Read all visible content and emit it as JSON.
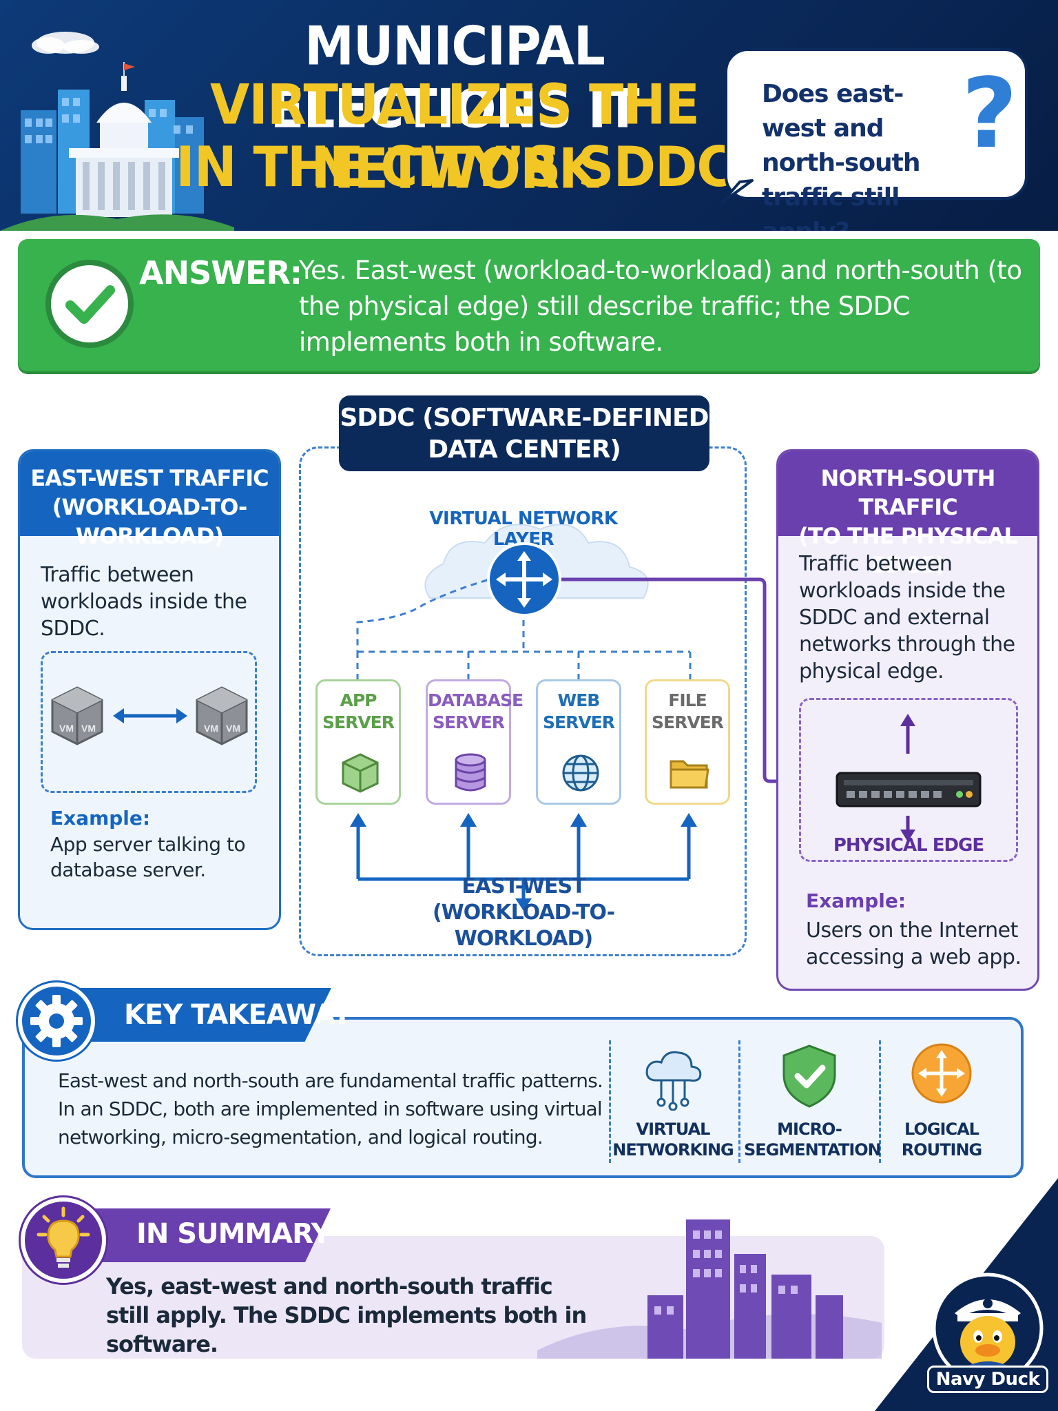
{
  "header": {
    "title_line1": "MUNICIPAL ELECTIONS IT",
    "title_line2": "VIRTUALIZES THE NETWORK",
    "title_line3": "IN THE CITY’S SDDC",
    "question": "Does east-west and north-south traffic still apply?"
  },
  "answer": {
    "label": "ANSWER:",
    "text": "Yes. East-west (workload-to-workload) and north-south (to the physical edge) still describe traffic; the SDDC implements both in software."
  },
  "east_west_panel": {
    "title_line1": "EAST-WEST TRAFFIC",
    "title_line2": "(WORKLOAD-TO-WORKLOAD)",
    "description": "Traffic between workloads inside the SDDC.",
    "vm_label": "VM",
    "example_label": "Example:",
    "example_text": "App server talking to database server."
  },
  "sddc": {
    "title_line1": "SDDC (SOFTWARE-DEFINED",
    "title_line2": "DATA CENTER)",
    "virtual_layer_label": "VIRTUAL NETWORK LAYER",
    "servers": [
      {
        "line1": "APP",
        "line2": "SERVER",
        "color": "#5aa048"
      },
      {
        "line1": "DATABASE",
        "line2": "SERVER",
        "color": "#8a5cc0"
      },
      {
        "line1": "WEB",
        "line2": "SERVER",
        "color": "#1f6fb5"
      },
      {
        "line1": "FILE",
        "line2": "SERVER",
        "color": "#6b6b6b"
      }
    ],
    "east_west_caption_line1": "EAST-WEST",
    "east_west_caption_line2": "(WORKLOAD-TO-WORKLOAD)"
  },
  "north_south_panel": {
    "title_line1": "NORTH-SOUTH TRAFFIC",
    "title_line2": "(TO THE PHYSICAL EDGE)",
    "description": "Traffic between workloads inside the SDDC and external networks through the physical edge.",
    "edge_label": "PHYSICAL EDGE",
    "example_label": "Example:",
    "example_text": "Users on the Internet accessing a web app."
  },
  "key_takeaway": {
    "title": "KEY TAKEAWAY",
    "text": "East-west and north-south are fundamental traffic patterns. In an SDDC, both are implemented in software using virtual networking, micro-segmentation, and logical routing.",
    "features": [
      {
        "line1": "VIRTUAL",
        "line2": "NETWORKING",
        "icon": "cloud-network-icon"
      },
      {
        "line1": "MICRO-",
        "line2": "SEGMENTATION",
        "icon": "shield-check-icon"
      },
      {
        "line1": "LOGICAL",
        "line2": "ROUTING",
        "icon": "router-icon"
      }
    ]
  },
  "summary": {
    "title": "IN SUMMARY",
    "text": "Yes, east-west and north-south traffic still apply. The SDDC implements both in software."
  },
  "logo": {
    "label": "Navy Duck"
  },
  "colors": {
    "navy": "#0a2a5c",
    "gold": "#f2c624",
    "green": "#37b24d",
    "blue": "#1565c0",
    "purple": "#6a3fae"
  }
}
